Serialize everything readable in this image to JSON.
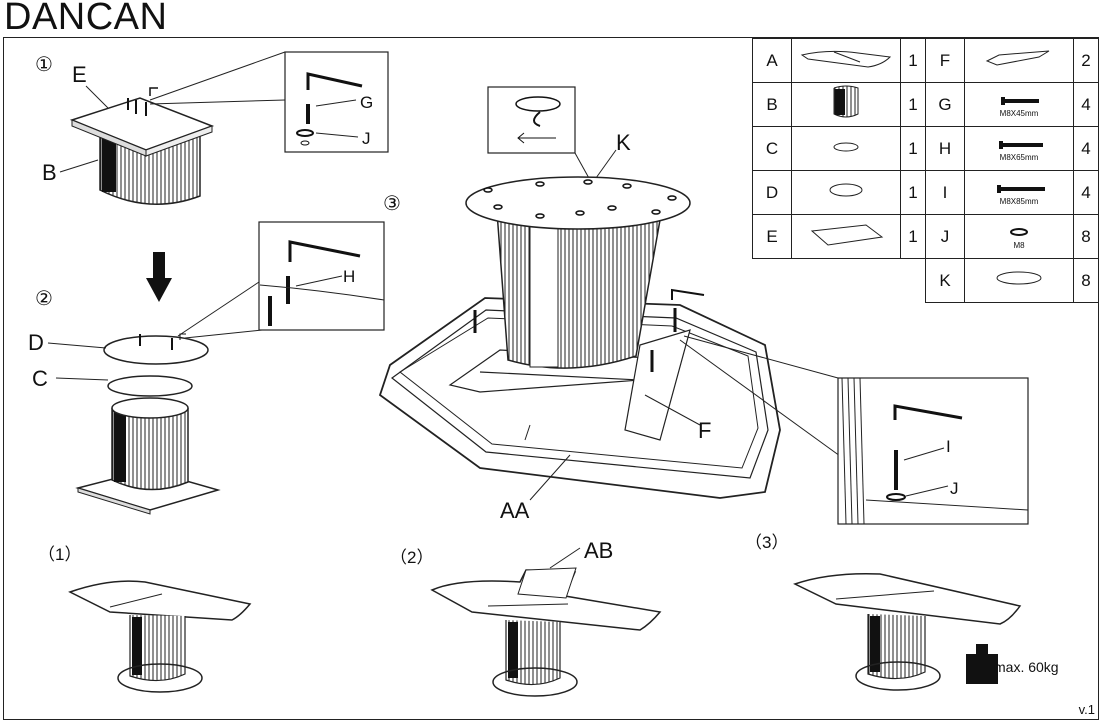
{
  "title": "DANCAN",
  "version": "v.1",
  "steps": {
    "s1": "①",
    "s2": "②",
    "s3": "③",
    "o1": "（1）",
    "o2": "（2）",
    "o3": "（3）"
  },
  "labels": {
    "E": "E",
    "G": "G",
    "J": "J",
    "B": "B",
    "H": "H",
    "D": "D",
    "C": "C",
    "K": "K",
    "F": "F",
    "I": "I",
    "J2": "J",
    "AA": "AA",
    "AB": "AB"
  },
  "max_load": "max. 60kg",
  "parts": [
    {
      "left": {
        "letter": "A",
        "qty": "1",
        "icon": "tabletop-icon"
      },
      "right": {
        "letter": "F",
        "qty": "2",
        "icon": "bracket-icon",
        "size": ""
      }
    },
    {
      "left": {
        "letter": "B",
        "qty": "1",
        "icon": "pedestal-icon"
      },
      "right": {
        "letter": "G",
        "qty": "4",
        "icon": "bolt-icon",
        "size": "M8X45mm"
      }
    },
    {
      "left": {
        "letter": "C",
        "qty": "1",
        "icon": "oval-plate-small-icon"
      },
      "right": {
        "letter": "H",
        "qty": "4",
        "icon": "bolt-icon",
        "size": "M8X65mm"
      }
    },
    {
      "left": {
        "letter": "D",
        "qty": "1",
        "icon": "oval-plate-icon"
      },
      "right": {
        "letter": "I",
        "qty": "4",
        "icon": "bolt-icon",
        "size": "M8X85mm"
      }
    },
    {
      "left": {
        "letter": "E",
        "qty": "1",
        "icon": "base-plate-icon"
      },
      "right": {
        "letter": "J",
        "qty": "8",
        "icon": "washer-icon",
        "size": "M8"
      }
    },
    {
      "left": {
        "letter": "",
        "qty": "",
        "icon": ""
      },
      "right": {
        "letter": "K",
        "qty": "8",
        "icon": "pad-icon",
        "size": ""
      }
    }
  ]
}
